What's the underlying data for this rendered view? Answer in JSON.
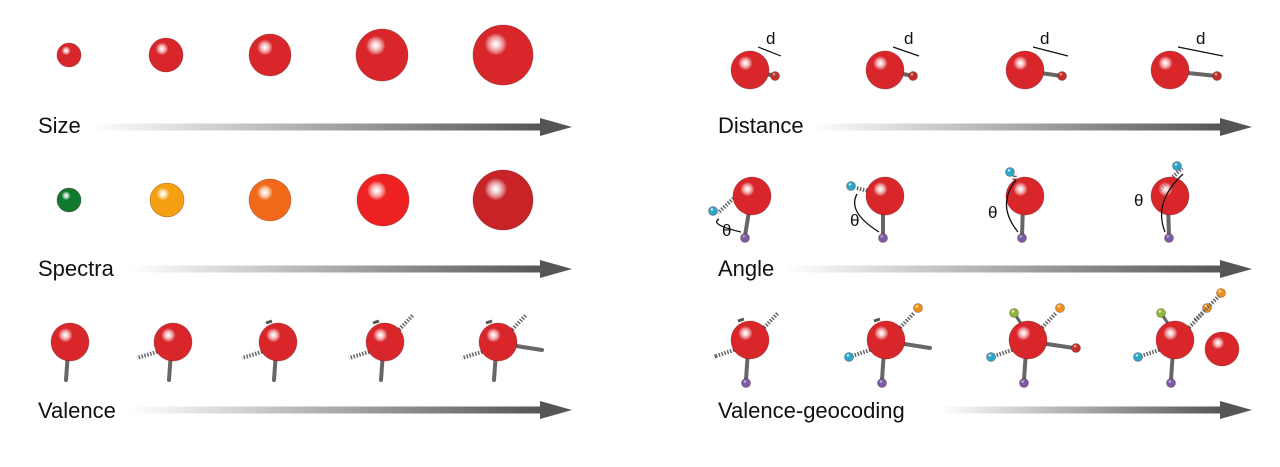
{
  "left_panel": {
    "rows": [
      {
        "label": "Size"
      },
      {
        "label": "Spectra",
        "colors": [
          "#0f7a2e",
          "#f5a010",
          "#f06a1a",
          "#ee2222",
          "#c82428"
        ]
      },
      {
        "label": "Valence"
      }
    ]
  },
  "right_panel": {
    "rows": [
      {
        "label": "Distance",
        "symbol": "d"
      },
      {
        "label": "Angle",
        "symbol": "θ"
      },
      {
        "label": "Valence-geocoding"
      }
    ]
  },
  "colors": {
    "atom": "#d9262b",
    "cyan": "#2aa7c9",
    "purple": "#7b5aa6",
    "orange": "#f0901c",
    "green": "#8db83a",
    "arrow": "#555555"
  }
}
